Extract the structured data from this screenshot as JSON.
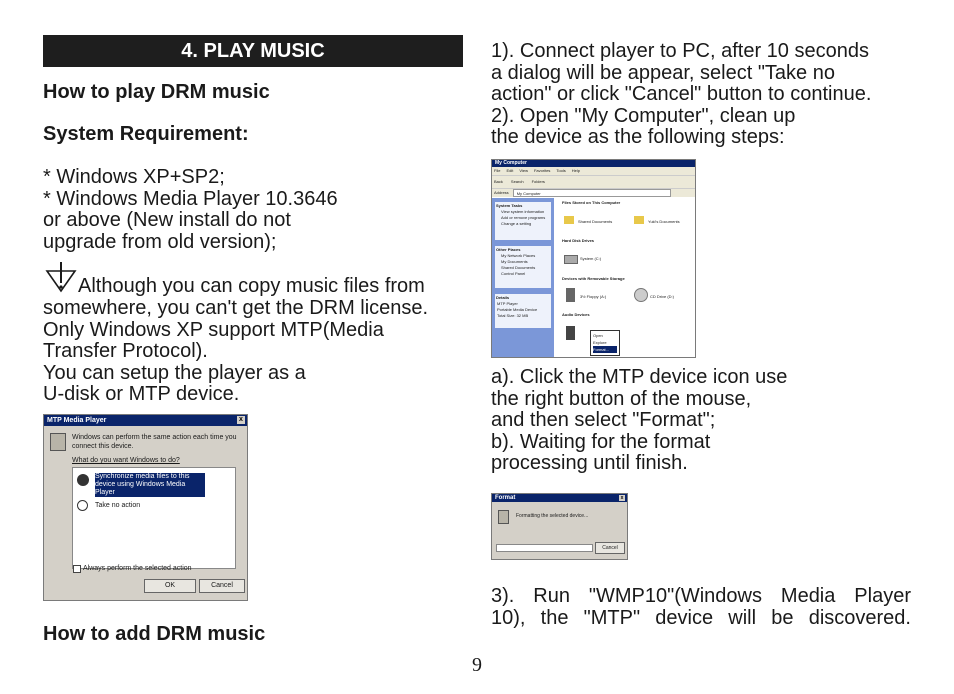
{
  "section_title": "4. PLAY MUSIC",
  "left": {
    "heading_drm": "How to play DRM music",
    "heading_sysreq": "System Requirement:",
    "requirements": "* Windows XP+SP2;\n* Windows Media Player 10.3646\nor above (New install do not\nupgrade from old version);",
    "warning_first_line": " Although you can copy music files from",
    "warning_rest": "somewhere, you can't get the DRM license.\nOnly Windows XP support MTP(Media\nTransfer Protocol).\nYou can setup the player as a\nU-disk or MTP device.",
    "heading_add": "How to add DRM music"
  },
  "right": {
    "step1": "1). Connect player to PC, after 10 seconds\na dialog will be appear, select \"Take no\naction\" or click \"Cancel\" button to continue.\n2). Open \"My Computer\", clean up\nthe device as the following steps:",
    "step_a_b": "a). Click the MTP device icon use\nthe right button of the mouse,\nand then select \"Format\";\nb). Waiting for the format\nprocessing until finish.",
    "step3_line1": "3). Run \"WMP10\"(Windows Media Player",
    "step3_line2": "10), the \"MTP\" device will be discovered."
  },
  "mtp_dialog": {
    "title": "MTP Media Player",
    "close": "x",
    "message": "Windows can perform the same action each time you connect this device.",
    "question": "What do you want Windows to do?",
    "option1": "Synchronize media files to this device using Windows Media Player",
    "option2": "Take no action",
    "checkbox": "Always perform the selected action",
    "ok": "OK",
    "cancel": "Cancel"
  },
  "my_computer": {
    "title": "My Computer",
    "menu": [
      "File",
      "Edit",
      "View",
      "Favorites",
      "Tools",
      "Help"
    ],
    "toolbar": [
      "Back",
      "Search",
      "Folders"
    ],
    "address_label": "Address",
    "address_value": "My Computer",
    "side_tasks": {
      "title": "System Tasks",
      "items": [
        "View system information",
        "Add or remove programs",
        "Change a setting"
      ]
    },
    "side_places": {
      "title": "Other Places",
      "items": [
        "My Network Places",
        "My Documents",
        "Shared Documents",
        "Control Panel"
      ]
    },
    "side_details": {
      "title": "Details",
      "items": [
        "MTP Player",
        "Portable Media Device",
        "Total Size: 32 MB"
      ]
    },
    "groups": [
      "Files Stored on This Computer",
      "Hard Disk Drives",
      "Devices with Removable Storage",
      "Audio Devices"
    ],
    "folders": [
      "Shared Documents",
      "Yuki's Documents"
    ],
    "drive": "System (C:)",
    "removable": [
      "3½ Floppy (A:)",
      "CD Drive (D:)"
    ],
    "context_menu": [
      "Open",
      "Explore",
      "Format..."
    ]
  },
  "format_dialog": {
    "title": "Format",
    "close": "x",
    "message": "Formatting the selected device...",
    "progress": 0,
    "cancel": "Cancel"
  },
  "page_number": "9"
}
